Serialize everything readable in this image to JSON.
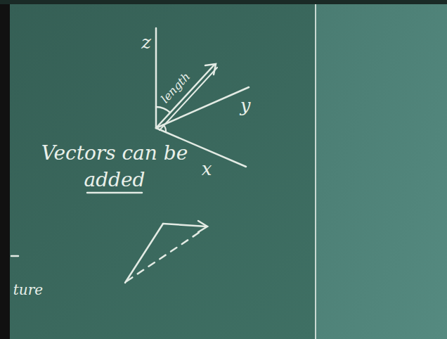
{
  "diagram": {
    "labels": [
      "z",
      "y",
      "x",
      "length",
      "Vectors can be",
      "added",
      "ture"
    ]
  }
}
